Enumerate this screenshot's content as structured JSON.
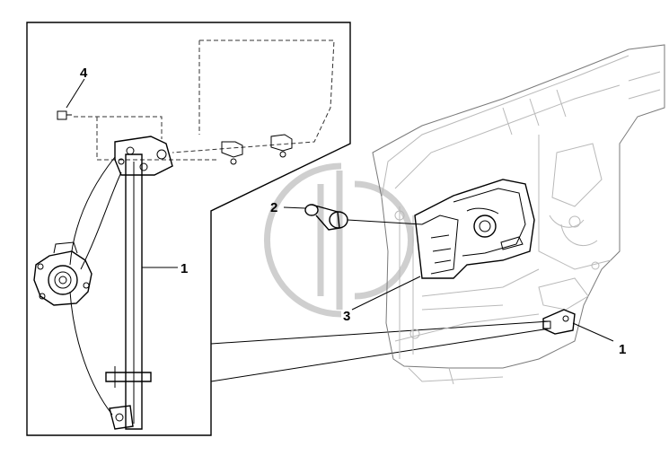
{
  "callouts": {
    "c1_regulator": "1",
    "c2_handle": "2",
    "c3_door": "3",
    "c1_door": "1",
    "c4_screw": "4"
  }
}
